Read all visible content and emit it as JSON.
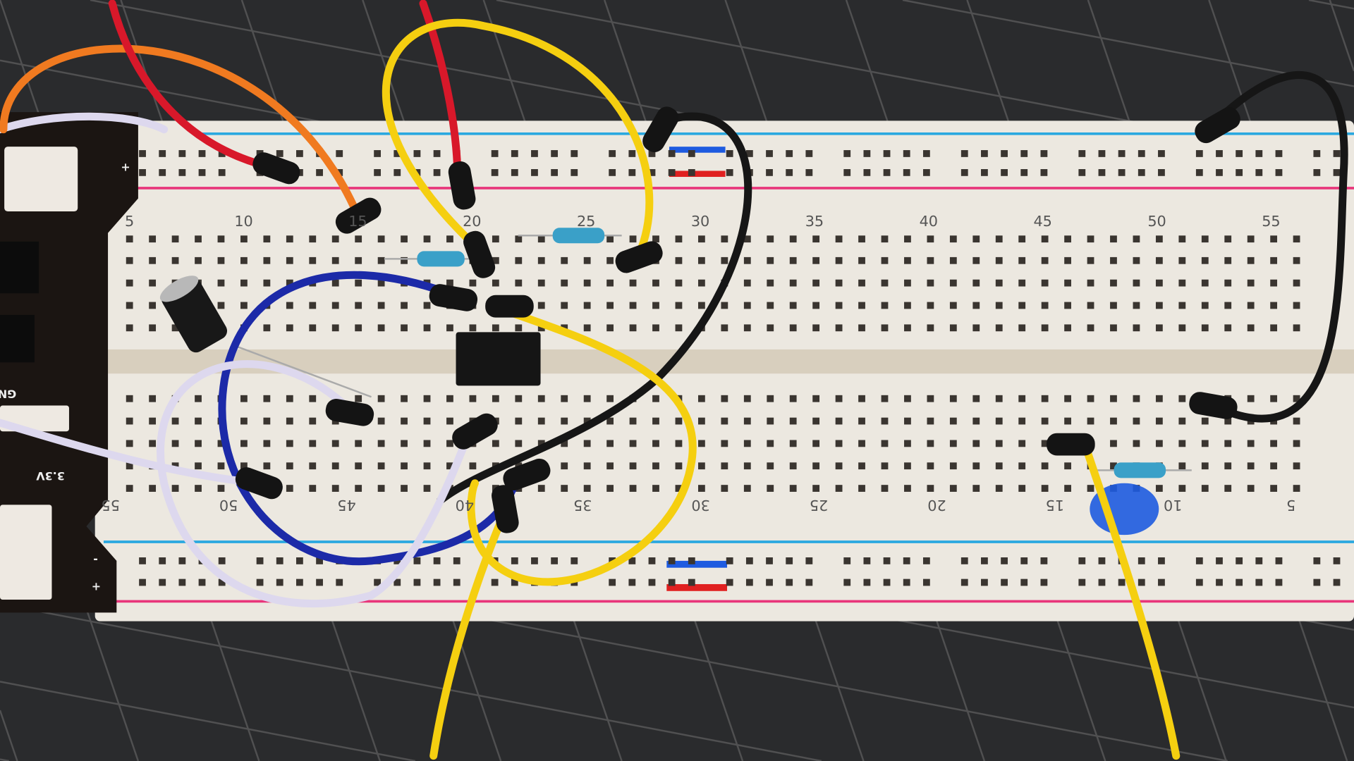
{
  "scene": {
    "description_text": "",
    "top_column_numbers": [
      "5",
      "10",
      "15",
      "20",
      "25",
      "30",
      "35",
      "40",
      "45",
      "50",
      "55"
    ],
    "bottom_column_numbers": [
      "55",
      "50",
      "45",
      "40",
      "35",
      "30",
      "25",
      "20",
      "15",
      "10",
      "5"
    ],
    "power_module_labels": {
      "gnd": "GND",
      "v33": "3.3V",
      "plus": "+",
      "minus": "-"
    }
  },
  "colors": {
    "mat": "#2a2b2d",
    "board": "#ece8e0",
    "rail_blue": "#2aa8e0",
    "rail_red": "#e8357a",
    "wire_orange": "#f07a20",
    "wire_red": "#d8182a",
    "wire_yellow": "#f5cf10",
    "wire_black": "#161616",
    "wire_blue": "#1c2aa8",
    "wire_white": "#ddd8ee",
    "led_blue": "#1e5be0"
  }
}
